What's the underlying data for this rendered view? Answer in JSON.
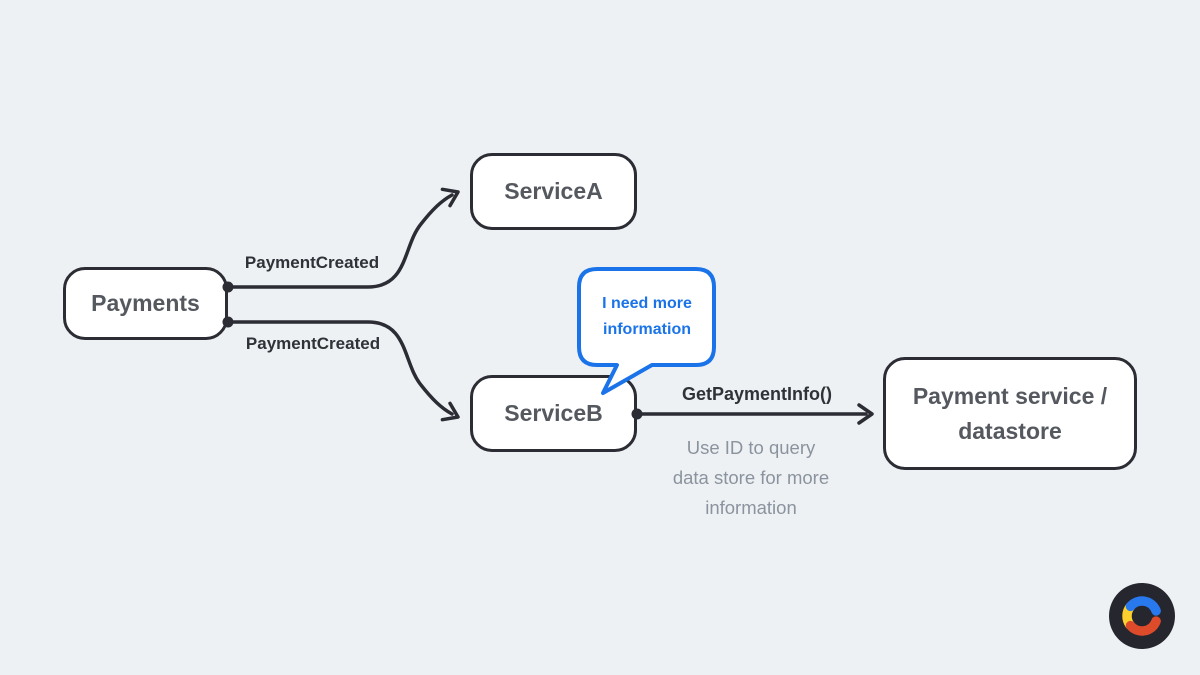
{
  "canvas": {
    "background_color": "#edf1f4",
    "stroke_color": "#2b2c34",
    "node_fill": "#ffffff",
    "node_text_color": "#55595f",
    "edge_label_color": "#2f3338",
    "note_color": "#8b939e",
    "accent_blue": "#1a73e8"
  },
  "nodes": {
    "payments": {
      "label": "Payments"
    },
    "service_a": {
      "label": "ServiceA"
    },
    "service_b": {
      "label": "ServiceB"
    },
    "payment_datastore": {
      "label": "Payment service / datastore",
      "lines": [
        "Payment service /",
        "datastore"
      ]
    }
  },
  "edges": {
    "payments_service_a": {
      "label": "PaymentCreated"
    },
    "payments_service_b": {
      "label": "PaymentCreated"
    },
    "service_b_datastore": {
      "label": "GetPaymentInfo()",
      "note": "Use ID to query data store for more information",
      "note_lines": [
        "Use ID to query",
        "data store for more",
        "information"
      ]
    }
  },
  "speech_bubble": {
    "text": "I need more information",
    "lines": [
      "I need more",
      "information"
    ],
    "border_color": "#1a73e8"
  },
  "logo": {
    "background_color": "#26262e",
    "arc_colors": {
      "blue": "#2878ee",
      "yellow": "#fdd02e",
      "red": "#dd4b2b"
    }
  }
}
